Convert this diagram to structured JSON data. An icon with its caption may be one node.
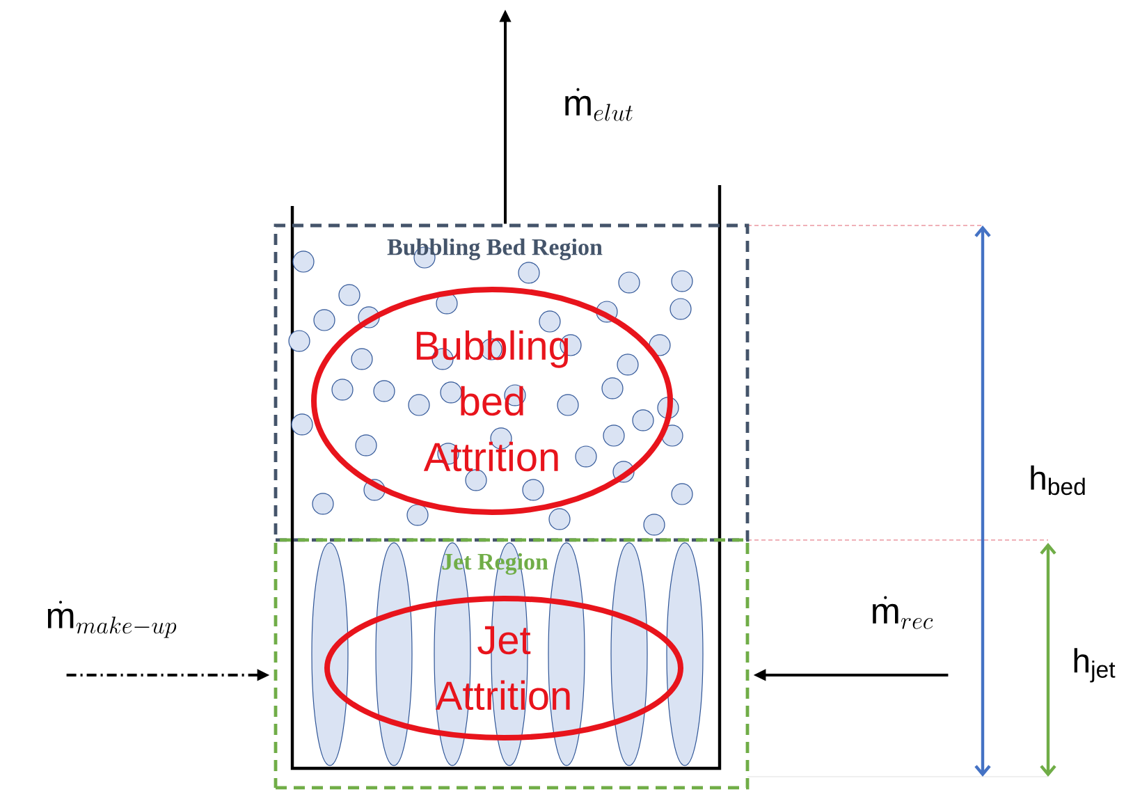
{
  "diagram": {
    "nodes": [
      {
        "text": [
          "Bubbling Bed Region"
        ]
      },
      {
        "text": [
          "Bubbling bed Attrition"
        ],
        "in": 0
      },
      {
        "text": [
          "Jet Region"
        ]
      },
      {
        "text": [
          "Jet Attrition"
        ],
        "in": 2
      }
    ],
    "edges": [
      {
        "from": 0,
        "to": null,
        "arrow": "to",
        "label": "\\dot{\\mathrm{m}}_{elut}"
      },
      {
        "from": null,
        "to": 2,
        "arrow": "to",
        "style": "dashed",
        "label": "\\dot{\\mathrm{m}}_{make-up}"
      },
      {
        "from": null,
        "to": 2,
        "arrow": "to",
        "label": "\\dot{\\mathrm{m}}_{rec}"
      }
    ],
    "labels": [
      "h$_{bed}$",
      "h$_{jet}$"
    ]
  }
}
